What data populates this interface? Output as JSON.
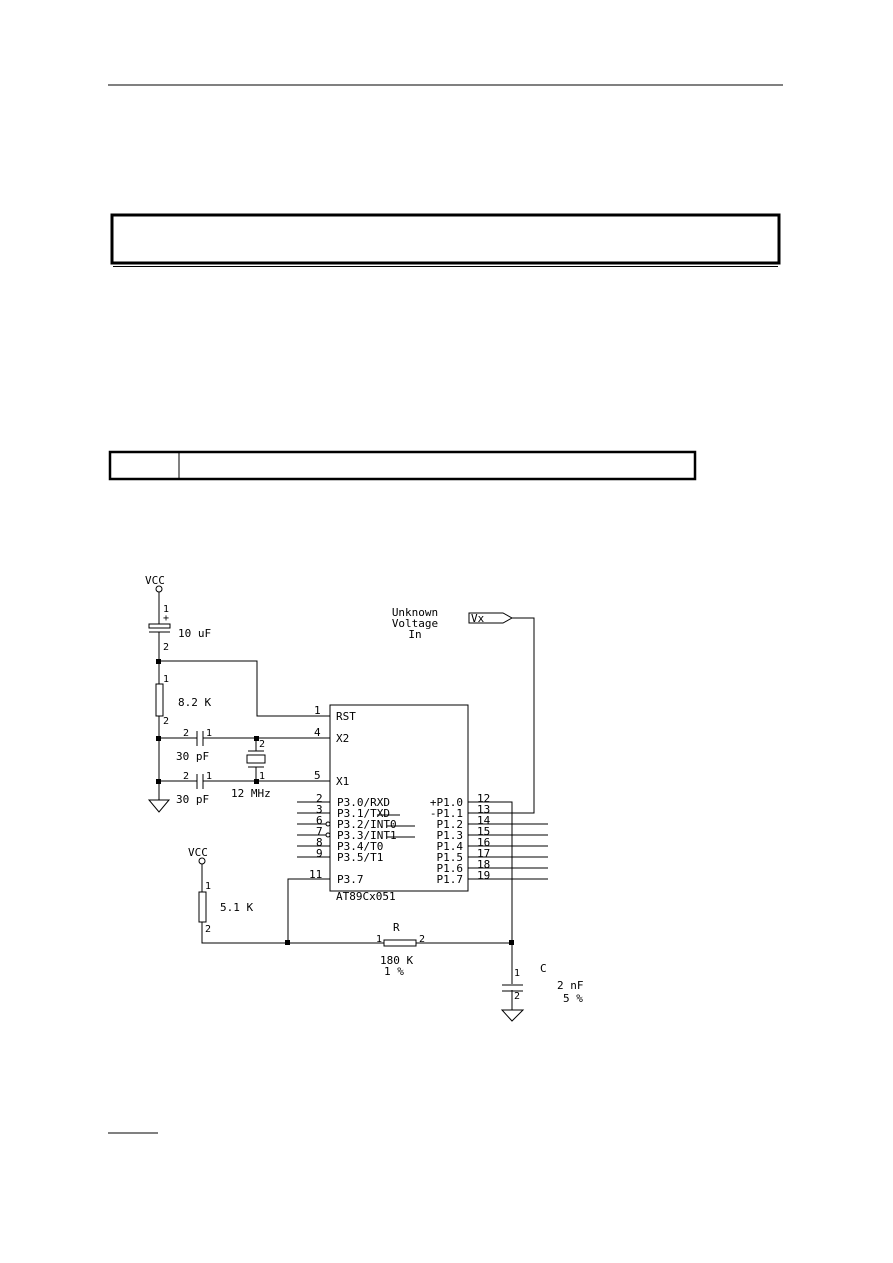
{
  "schematic": {
    "vcc_top": "VCC",
    "vcc_bottom": "VCC",
    "cap_10uf": {
      "value": "10 uF",
      "pin1": "1",
      "plus": "+",
      "pin2": "2"
    },
    "res_8k2": {
      "value": "8.2 K",
      "pin1": "1",
      "pin2": "2"
    },
    "cap_30pf_a": {
      "value": "30 pF",
      "pin1": "1",
      "pin2": "2"
    },
    "cap_30pf_b": {
      "value": "30 pF",
      "pin1": "1",
      "pin2": "2"
    },
    "crystal": {
      "value": "12 MHz",
      "pin1": "1",
      "pin2": "2"
    },
    "res_5k1": {
      "value": "5.1 K",
      "pin1": "1",
      "pin2": "2"
    },
    "res_r": {
      "name": "R",
      "value": "180 K",
      "tolerance": "1 %",
      "pin1": "1",
      "pin2": "2"
    },
    "cap_c": {
      "name": "C",
      "value": "2 nF",
      "tolerance": "5 %",
      "pin1": "1",
      "pin2": "2"
    },
    "input_label": [
      "Unknown",
      "Voltage",
      "In"
    ],
    "input_port": "Vx",
    "chip": {
      "name": "AT89Cx051",
      "left_pins": [
        {
          "num": "1",
          "label": "RST"
        },
        {
          "num": "4",
          "label": "X2"
        },
        {
          "num": "5",
          "label": "X1"
        },
        {
          "num": "2",
          "label": "P3.0/RXD"
        },
        {
          "num": "3",
          "label": "P3.1/TXD"
        },
        {
          "num": "6",
          "label": "P3.2/INT0"
        },
        {
          "num": "7",
          "label": "P3.3/INT1"
        },
        {
          "num": "8",
          "label": "P3.4/T0"
        },
        {
          "num": "9",
          "label": "P3.5/T1"
        },
        {
          "num": "11",
          "label": "P3.7"
        }
      ],
      "right_pins": [
        {
          "num": "12",
          "label": "+P1.0"
        },
        {
          "num": "13",
          "label": "-P1.1"
        },
        {
          "num": "14",
          "label": "P1.2"
        },
        {
          "num": "15",
          "label": "P1.3"
        },
        {
          "num": "16",
          "label": "P1.4"
        },
        {
          "num": "17",
          "label": "P1.5"
        },
        {
          "num": "18",
          "label": "P1.6"
        },
        {
          "num": "19",
          "label": "P1.7"
        }
      ]
    }
  }
}
